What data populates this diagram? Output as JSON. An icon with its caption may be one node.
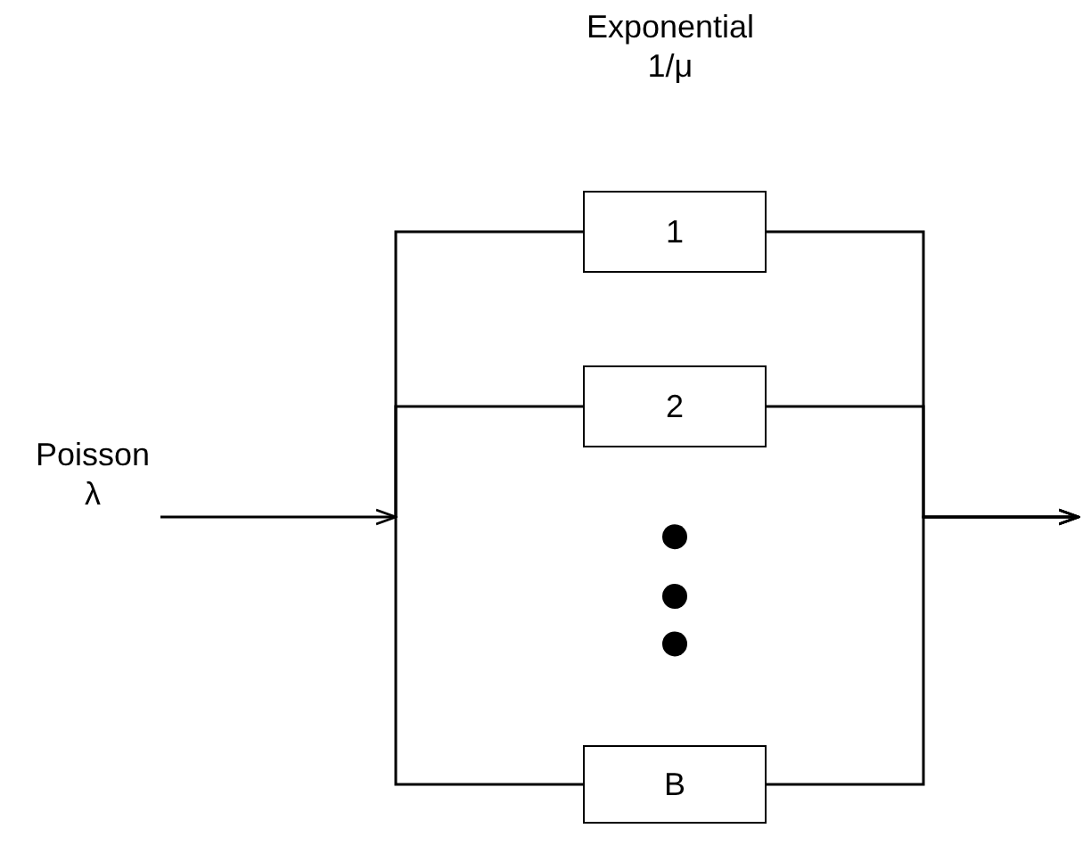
{
  "diagram": {
    "nodes": [
      {
        "text": [
          "Poisson λ"
        ]
      },
      {
        "text": [
          "1"
        ]
      },
      {
        "text": [
          "2"
        ]
      },
      {
        "text": [
          "B"
        ]
      }
    ],
    "edges": [
      {
        "from": 0,
        "to": null,
        "arrow": "to"
      },
      {
        "from": null,
        "to": 1,
        "arrow": "none"
      },
      {
        "from": null,
        "to": 2,
        "arrow": "none"
      },
      {
        "from": null,
        "to": 3,
        "arrow": "none"
      },
      {
        "from": 1,
        "to": null,
        "arrow": "to"
      },
      {
        "from": 2,
        "to": null,
        "arrow": "to"
      },
      {
        "from": 3,
        "to": null,
        "arrow": "to"
      }
    ],
    "labels": [
      "Exponential 1/μ"
    ]
  }
}
